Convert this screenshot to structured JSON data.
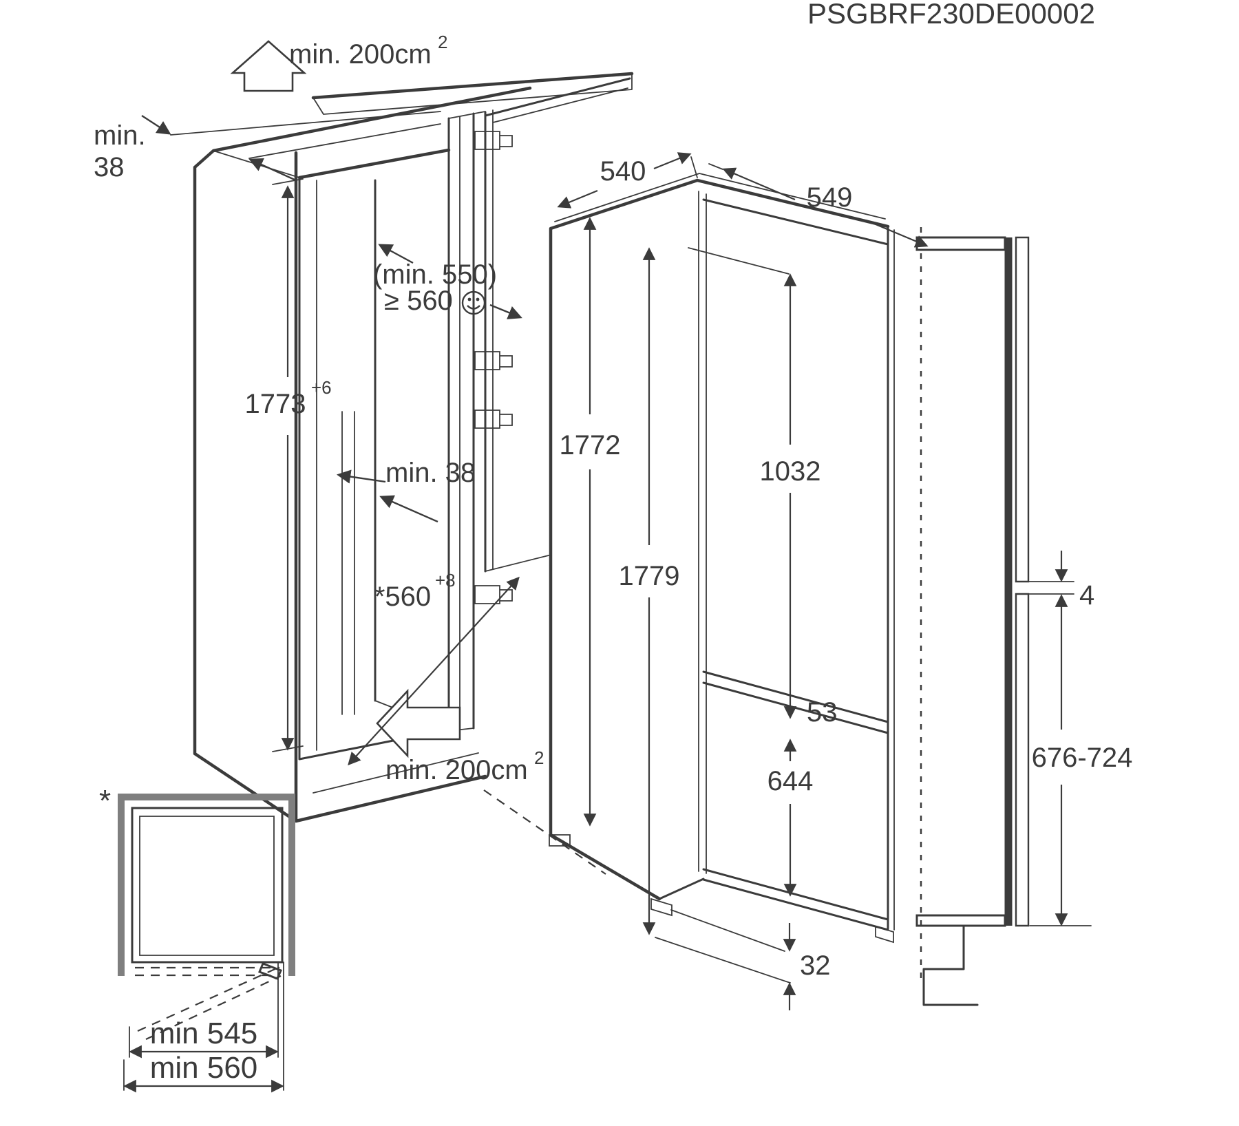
{
  "product_code": "PSGBRF230DE00002",
  "niche": {
    "top_vent": {
      "label": "min. 200cm",
      "sup": "2"
    },
    "top_rear_gap": {
      "line1": "min.",
      "line2": "38"
    },
    "height": {
      "value": "1773",
      "tol": "+6"
    },
    "depth_hint": "(min. 550)",
    "depth_required": "≥ 560",
    "side_gap": "min. 38",
    "width": {
      "value": "*560",
      "tol": "+8"
    },
    "bottom_vent": {
      "label": "min. 200cm",
      "sup": "2"
    }
  },
  "appliance": {
    "width": "540",
    "depth": "549",
    "height": "1772",
    "overall_height": "1779",
    "upper_door_height": "1032",
    "door_gap": "53",
    "lower_door_height": "644",
    "bottom_clearance": "32"
  },
  "door_panels": {
    "panel_gap": "4",
    "lower_panel_height": "676-724"
  },
  "plan_view": {
    "marker": "*",
    "clear_depth": "min 545",
    "overall_depth": "min 560"
  },
  "icons": {
    "smiley": "happy-face",
    "top_vent_arrow": "block-arrow-up",
    "bottom_vent_arrow": "block-arrow-left"
  }
}
